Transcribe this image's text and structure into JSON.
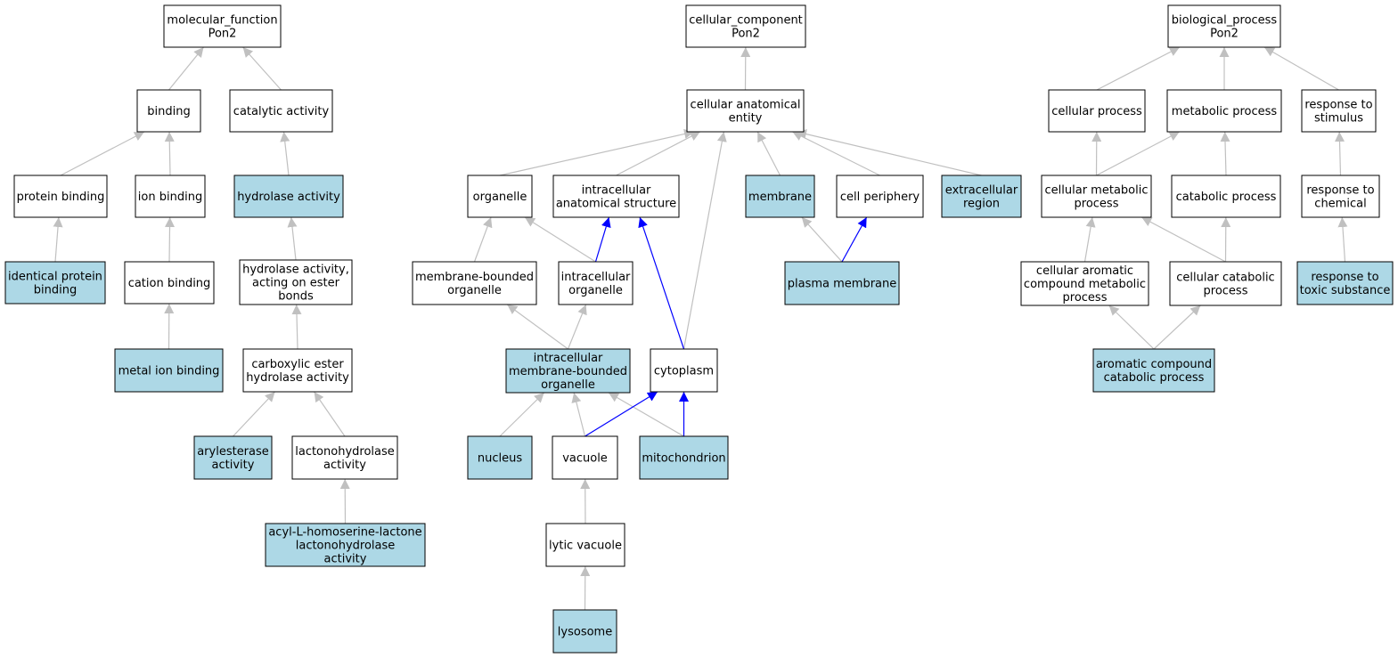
{
  "colors": {
    "highlight_fill": "#add8e6",
    "normal_fill": "#ffffff",
    "grey_edge": "#c0c0c0",
    "blue_edge": "#0000ff",
    "border": "#000000"
  },
  "nodes": [
    {
      "id": "mf",
      "lines": [
        "molecular_function",
        "Pon2"
      ],
      "highlight": false
    },
    {
      "id": "binding",
      "lines": [
        "binding"
      ],
      "highlight": false
    },
    {
      "id": "catalytic",
      "lines": [
        "catalytic activity"
      ],
      "highlight": false
    },
    {
      "id": "protein_binding",
      "lines": [
        "protein binding"
      ],
      "highlight": false
    },
    {
      "id": "ion_binding",
      "lines": [
        "ion binding"
      ],
      "highlight": false
    },
    {
      "id": "hydrolase",
      "lines": [
        "hydrolase activity"
      ],
      "highlight": true
    },
    {
      "id": "identical_protein",
      "lines": [
        "identical protein",
        "binding"
      ],
      "highlight": true
    },
    {
      "id": "cation_binding",
      "lines": [
        "cation binding"
      ],
      "highlight": false
    },
    {
      "id": "hydrolase_ester",
      "lines": [
        "hydrolase activity,",
        "acting on ester",
        "bonds"
      ],
      "highlight": false
    },
    {
      "id": "metal_ion",
      "lines": [
        "metal ion binding"
      ],
      "highlight": true
    },
    {
      "id": "carboxylic",
      "lines": [
        "carboxylic ester",
        "hydrolase activity"
      ],
      "highlight": false
    },
    {
      "id": "arylesterase",
      "lines": [
        "arylesterase",
        "activity"
      ],
      "highlight": true
    },
    {
      "id": "lactonohydrolase",
      "lines": [
        "lactonohydrolase",
        "activity"
      ],
      "highlight": false
    },
    {
      "id": "acyl",
      "lines": [
        "acyl-L-homoserine-lactone",
        "lactonohydrolase",
        "activity"
      ],
      "highlight": true
    },
    {
      "id": "cc",
      "lines": [
        "cellular_component",
        "Pon2"
      ],
      "highlight": false
    },
    {
      "id": "cae",
      "lines": [
        "cellular anatomical",
        "entity"
      ],
      "highlight": false
    },
    {
      "id": "organelle",
      "lines": [
        "organelle"
      ],
      "highlight": false
    },
    {
      "id": "ias",
      "lines": [
        "intracellular",
        "anatomical structure"
      ],
      "highlight": false
    },
    {
      "id": "membrane",
      "lines": [
        "membrane"
      ],
      "highlight": true
    },
    {
      "id": "cell_periphery",
      "lines": [
        "cell periphery"
      ],
      "highlight": false
    },
    {
      "id": "extracellular",
      "lines": [
        "extracellular",
        "region"
      ],
      "highlight": true
    },
    {
      "id": "mbo",
      "lines": [
        "membrane-bounded",
        "organelle"
      ],
      "highlight": false
    },
    {
      "id": "io",
      "lines": [
        "intracellular",
        "organelle"
      ],
      "highlight": false
    },
    {
      "id": "plasma_membrane",
      "lines": [
        "plasma membrane"
      ],
      "highlight": true
    },
    {
      "id": "imbo",
      "lines": [
        "intracellular",
        "membrane-bounded",
        "organelle"
      ],
      "highlight": true
    },
    {
      "id": "cytoplasm",
      "lines": [
        "cytoplasm"
      ],
      "highlight": false
    },
    {
      "id": "nucleus",
      "lines": [
        "nucleus"
      ],
      "highlight": true
    },
    {
      "id": "vacuole",
      "lines": [
        "vacuole"
      ],
      "highlight": false
    },
    {
      "id": "mitochondrion",
      "lines": [
        "mitochondrion"
      ],
      "highlight": true
    },
    {
      "id": "lytic_vacuole",
      "lines": [
        "lytic vacuole"
      ],
      "highlight": false
    },
    {
      "id": "lysosome",
      "lines": [
        "lysosome"
      ],
      "highlight": true
    },
    {
      "id": "bp",
      "lines": [
        "biological_process",
        "Pon2"
      ],
      "highlight": false
    },
    {
      "id": "cellular_process",
      "lines": [
        "cellular process"
      ],
      "highlight": false
    },
    {
      "id": "metabolic_process",
      "lines": [
        "metabolic process"
      ],
      "highlight": false
    },
    {
      "id": "response_stimulus",
      "lines": [
        "response to",
        "stimulus"
      ],
      "highlight": false
    },
    {
      "id": "cmp",
      "lines": [
        "cellular metabolic",
        "process"
      ],
      "highlight": false
    },
    {
      "id": "catabolic",
      "lines": [
        "catabolic process"
      ],
      "highlight": false
    },
    {
      "id": "response_chemical",
      "lines": [
        "response to",
        "chemical"
      ],
      "highlight": false
    },
    {
      "id": "cacmp",
      "lines": [
        "cellular aromatic",
        "compound metabolic",
        "process"
      ],
      "highlight": false
    },
    {
      "id": "ccp",
      "lines": [
        "cellular catabolic",
        "process"
      ],
      "highlight": false
    },
    {
      "id": "toxic",
      "lines": [
        "response to",
        "toxic substance"
      ],
      "highlight": true
    },
    {
      "id": "accp",
      "lines": [
        "aromatic compound",
        "catabolic process"
      ],
      "highlight": true
    }
  ],
  "edges": [
    {
      "from": "binding",
      "to": "mf",
      "color": "grey"
    },
    {
      "from": "catalytic",
      "to": "mf",
      "color": "grey"
    },
    {
      "from": "protein_binding",
      "to": "binding",
      "color": "grey"
    },
    {
      "from": "ion_binding",
      "to": "binding",
      "color": "grey"
    },
    {
      "from": "hydrolase",
      "to": "catalytic",
      "color": "grey"
    },
    {
      "from": "identical_protein",
      "to": "protein_binding",
      "color": "grey"
    },
    {
      "from": "cation_binding",
      "to": "ion_binding",
      "color": "grey"
    },
    {
      "from": "hydrolase_ester",
      "to": "hydrolase",
      "color": "grey"
    },
    {
      "from": "metal_ion",
      "to": "cation_binding",
      "color": "grey"
    },
    {
      "from": "carboxylic",
      "to": "hydrolase_ester",
      "color": "grey"
    },
    {
      "from": "arylesterase",
      "to": "carboxylic",
      "color": "grey"
    },
    {
      "from": "lactonohydrolase",
      "to": "carboxylic",
      "color": "grey"
    },
    {
      "from": "acyl",
      "to": "lactonohydrolase",
      "color": "grey"
    },
    {
      "from": "cae",
      "to": "cc",
      "color": "grey"
    },
    {
      "from": "organelle",
      "to": "cae",
      "color": "grey"
    },
    {
      "from": "ias",
      "to": "cae",
      "color": "grey"
    },
    {
      "from": "membrane",
      "to": "cae",
      "color": "grey"
    },
    {
      "from": "cell_periphery",
      "to": "cae",
      "color": "grey"
    },
    {
      "from": "extracellular",
      "to": "cae",
      "color": "grey"
    },
    {
      "from": "cytoplasm",
      "to": "cae",
      "color": "grey"
    },
    {
      "from": "mbo",
      "to": "organelle",
      "color": "grey"
    },
    {
      "from": "io",
      "to": "organelle",
      "color": "grey"
    },
    {
      "from": "io",
      "to": "ias",
      "color": "blue"
    },
    {
      "from": "cytoplasm",
      "to": "ias",
      "color": "blue"
    },
    {
      "from": "plasma_membrane",
      "to": "membrane",
      "color": "grey"
    },
    {
      "from": "plasma_membrane",
      "to": "cell_periphery",
      "color": "blue"
    },
    {
      "from": "imbo",
      "to": "mbo",
      "color": "grey"
    },
    {
      "from": "imbo",
      "to": "io",
      "color": "grey"
    },
    {
      "from": "nucleus",
      "to": "imbo",
      "color": "grey"
    },
    {
      "from": "vacuole",
      "to": "imbo",
      "color": "grey"
    },
    {
      "from": "mitochondrion",
      "to": "imbo",
      "color": "grey"
    },
    {
      "from": "vacuole",
      "to": "cytoplasm",
      "color": "blue"
    },
    {
      "from": "mitochondrion",
      "to": "cytoplasm",
      "color": "blue"
    },
    {
      "from": "lytic_vacuole",
      "to": "vacuole",
      "color": "grey"
    },
    {
      "from": "lysosome",
      "to": "lytic_vacuole",
      "color": "grey"
    },
    {
      "from": "cellular_process",
      "to": "bp",
      "color": "grey"
    },
    {
      "from": "metabolic_process",
      "to": "bp",
      "color": "grey"
    },
    {
      "from": "response_stimulus",
      "to": "bp",
      "color": "grey"
    },
    {
      "from": "cmp",
      "to": "cellular_process",
      "color": "grey"
    },
    {
      "from": "cmp",
      "to": "metabolic_process",
      "color": "grey"
    },
    {
      "from": "catabolic",
      "to": "metabolic_process",
      "color": "grey"
    },
    {
      "from": "response_chemical",
      "to": "response_stimulus",
      "color": "grey"
    },
    {
      "from": "cacmp",
      "to": "cmp",
      "color": "grey"
    },
    {
      "from": "ccp",
      "to": "cmp",
      "color": "grey"
    },
    {
      "from": "ccp",
      "to": "catabolic",
      "color": "grey"
    },
    {
      "from": "toxic",
      "to": "response_chemical",
      "color": "grey"
    },
    {
      "from": "accp",
      "to": "cacmp",
      "color": "grey"
    },
    {
      "from": "accp",
      "to": "ccp",
      "color": "grey"
    }
  ]
}
